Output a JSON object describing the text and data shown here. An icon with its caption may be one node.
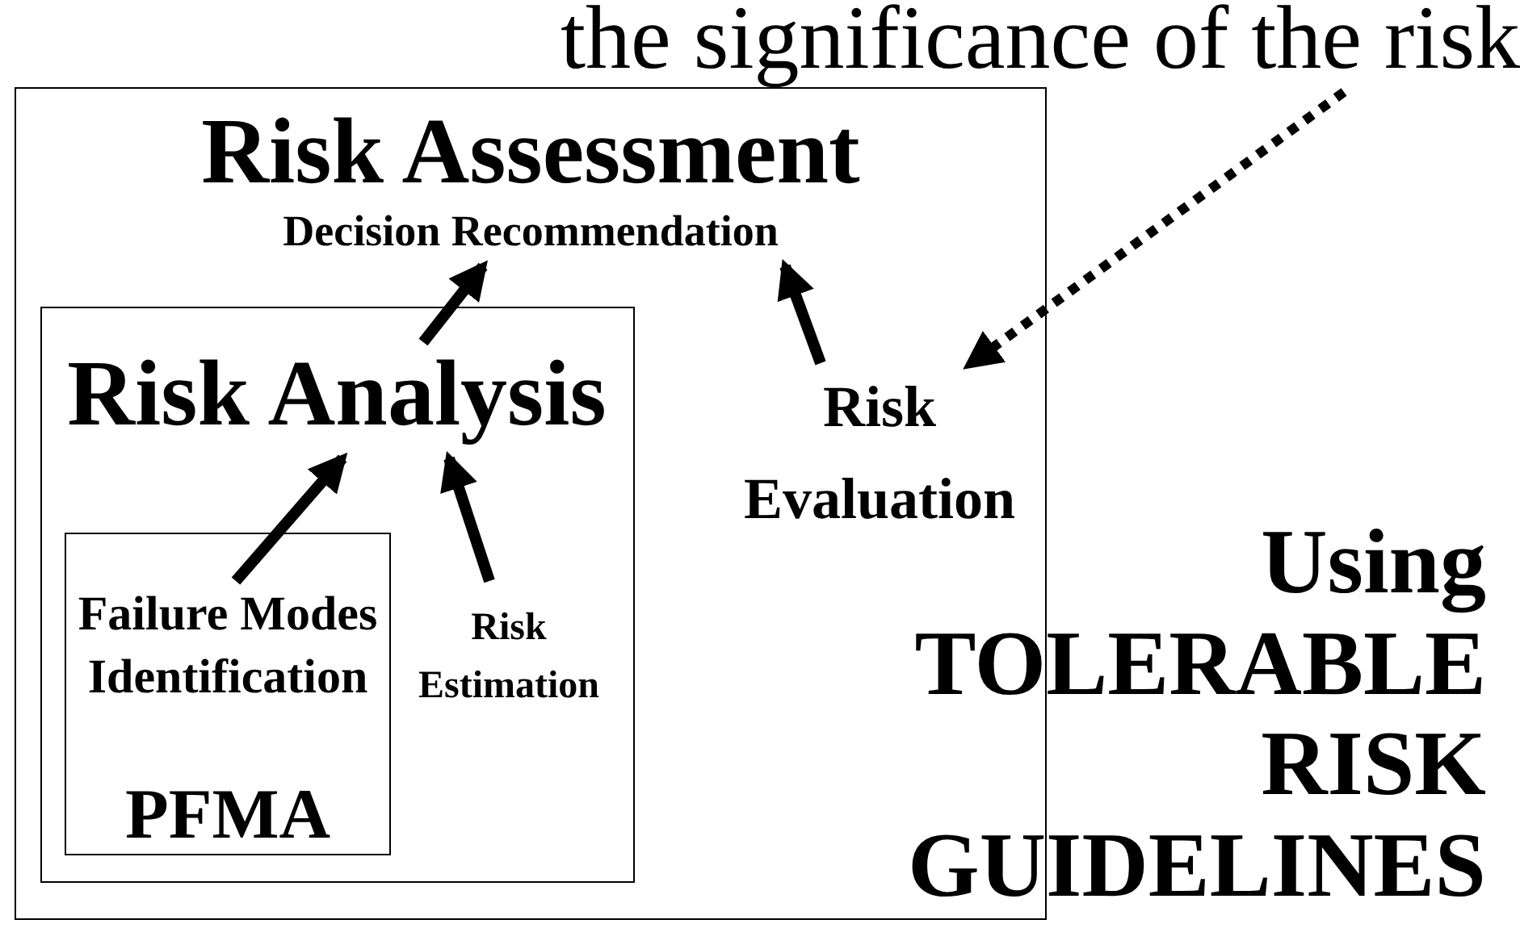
{
  "diagram": {
    "nodes": [
      {
        "text": [],
        "shape": "box"
      },
      {
        "text": [
          "Risk Assessment",
          "Decision Recommendation"
        ],
        "in": 0
      },
      {
        "text": [],
        "shape": "box",
        "in": 0
      },
      {
        "text": [
          "Risk Analysis"
        ],
        "in": 2
      },
      {
        "text": [
          "Failure Modes Identification",
          "PFMA"
        ],
        "in": 2
      },
      {
        "text": [
          "Risk Estimation"
        ],
        "in": 2
      },
      {
        "text": [
          "Risk Evaluation"
        ],
        "in": 0
      },
      {
        "text": [
          "Using TOLERABLE RISK GUIDELINES"
        ]
      },
      {
        "text": [
          "the significance of the risk"
        ]
      }
    ],
    "edges": [
      {
        "from": 3,
        "to": 1,
        "arrow": "to"
      },
      {
        "from": 6,
        "to": 1,
        "arrow": "to"
      },
      {
        "from": 4,
        "to": 3,
        "arrow": "to"
      },
      {
        "from": 5,
        "to": 3,
        "arrow": "to"
      },
      {
        "from": 8,
        "to": 6,
        "arrow": "to",
        "style": "dashed"
      }
    ]
  }
}
